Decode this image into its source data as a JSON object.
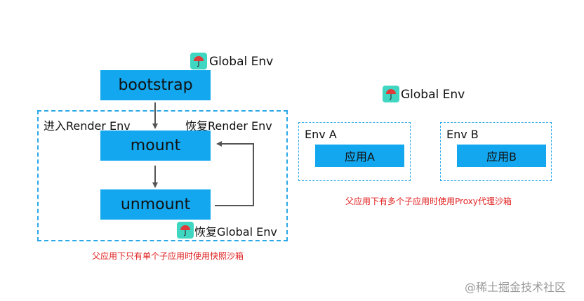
{
  "left": {
    "global_env_label": "Global Env",
    "bootstrap_label": "bootstrap",
    "enter_render_env": "进入Render Env",
    "restore_render_env": "恢复Render Env",
    "mount_label": "mount",
    "unmount_label": "unmount",
    "restore_global_env": "恢复Global Env",
    "caption": "父应用下只有单个子应用时使用快照沙箱"
  },
  "right": {
    "global_env_label": "Global Env",
    "env_a_label": "Env A",
    "app_a_label": "应用A",
    "env_b_label": "Env B",
    "app_b_label": "应用B",
    "caption": "父应用下有多个子应用时使用Proxy代理沙箱"
  },
  "watermark": "@稀土掘金技术社区",
  "icons": {
    "umbrella": "umbrella-icon"
  },
  "colors": {
    "box_fill": "#13a7ef",
    "dashed_border": "#2aa8e8",
    "caption_red": "#e02020",
    "umbrella_bg": "#3fd6c2",
    "umbrella_red": "#e03a3a"
  }
}
